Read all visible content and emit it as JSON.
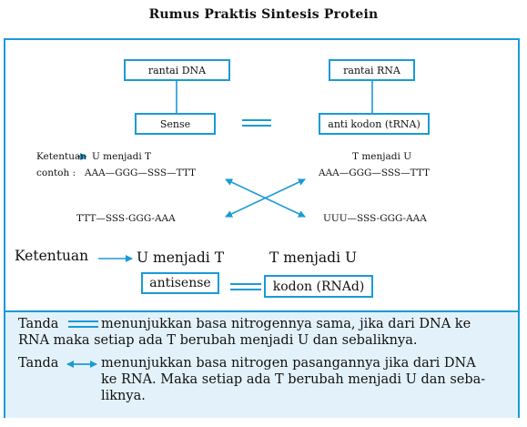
{
  "title": "Rumus Praktis Sintesis Protein",
  "boxes": {
    "rantai_dna": "rantai DNA",
    "rantai_rna": "rantai RNA",
    "sense": "Sense",
    "anti_kodon": "anti kodon (tRNA)",
    "antisense": "antisense",
    "kodon": "kodon (RNAd)"
  },
  "left_rule": {
    "label": "Ketentuan",
    "rule": "U menjadi T",
    "example_label": "contoh :",
    "example_seq": "AAA—GGG—SSS—TTT",
    "result_seq": "TTT—SSS-GGG-AAA"
  },
  "right_rule": {
    "rule": "T menjadi U",
    "example_seq": "AAA—GGG—SSS—TTT",
    "result_seq": "UUU—SSS-GGG-AAA"
  },
  "big_rule": {
    "label": "Ketentuan",
    "rule_left": "U menjadi T",
    "rule_right": "T menjadi U"
  },
  "notes": {
    "tanda_1": "Tanda",
    "note_1_line_1": "menunjukkan basa nitrogennya sama, jika dari DNA ke",
    "note_1_line_2": "RNA maka setiap ada T berubah menjadi U dan sebaliknya.",
    "tanda_2": "Tanda",
    "note_2_line_1": "menunjukkan basa nitrogen pasangannya jika dari DNA",
    "note_2_line_2": "ke RNA. Maka setiap ada T berubah menjadi U dan seba-",
    "note_2_line_3": "liknya."
  },
  "colors": {
    "accent": "#1a9ad6",
    "panel": "#e3f2fa"
  }
}
